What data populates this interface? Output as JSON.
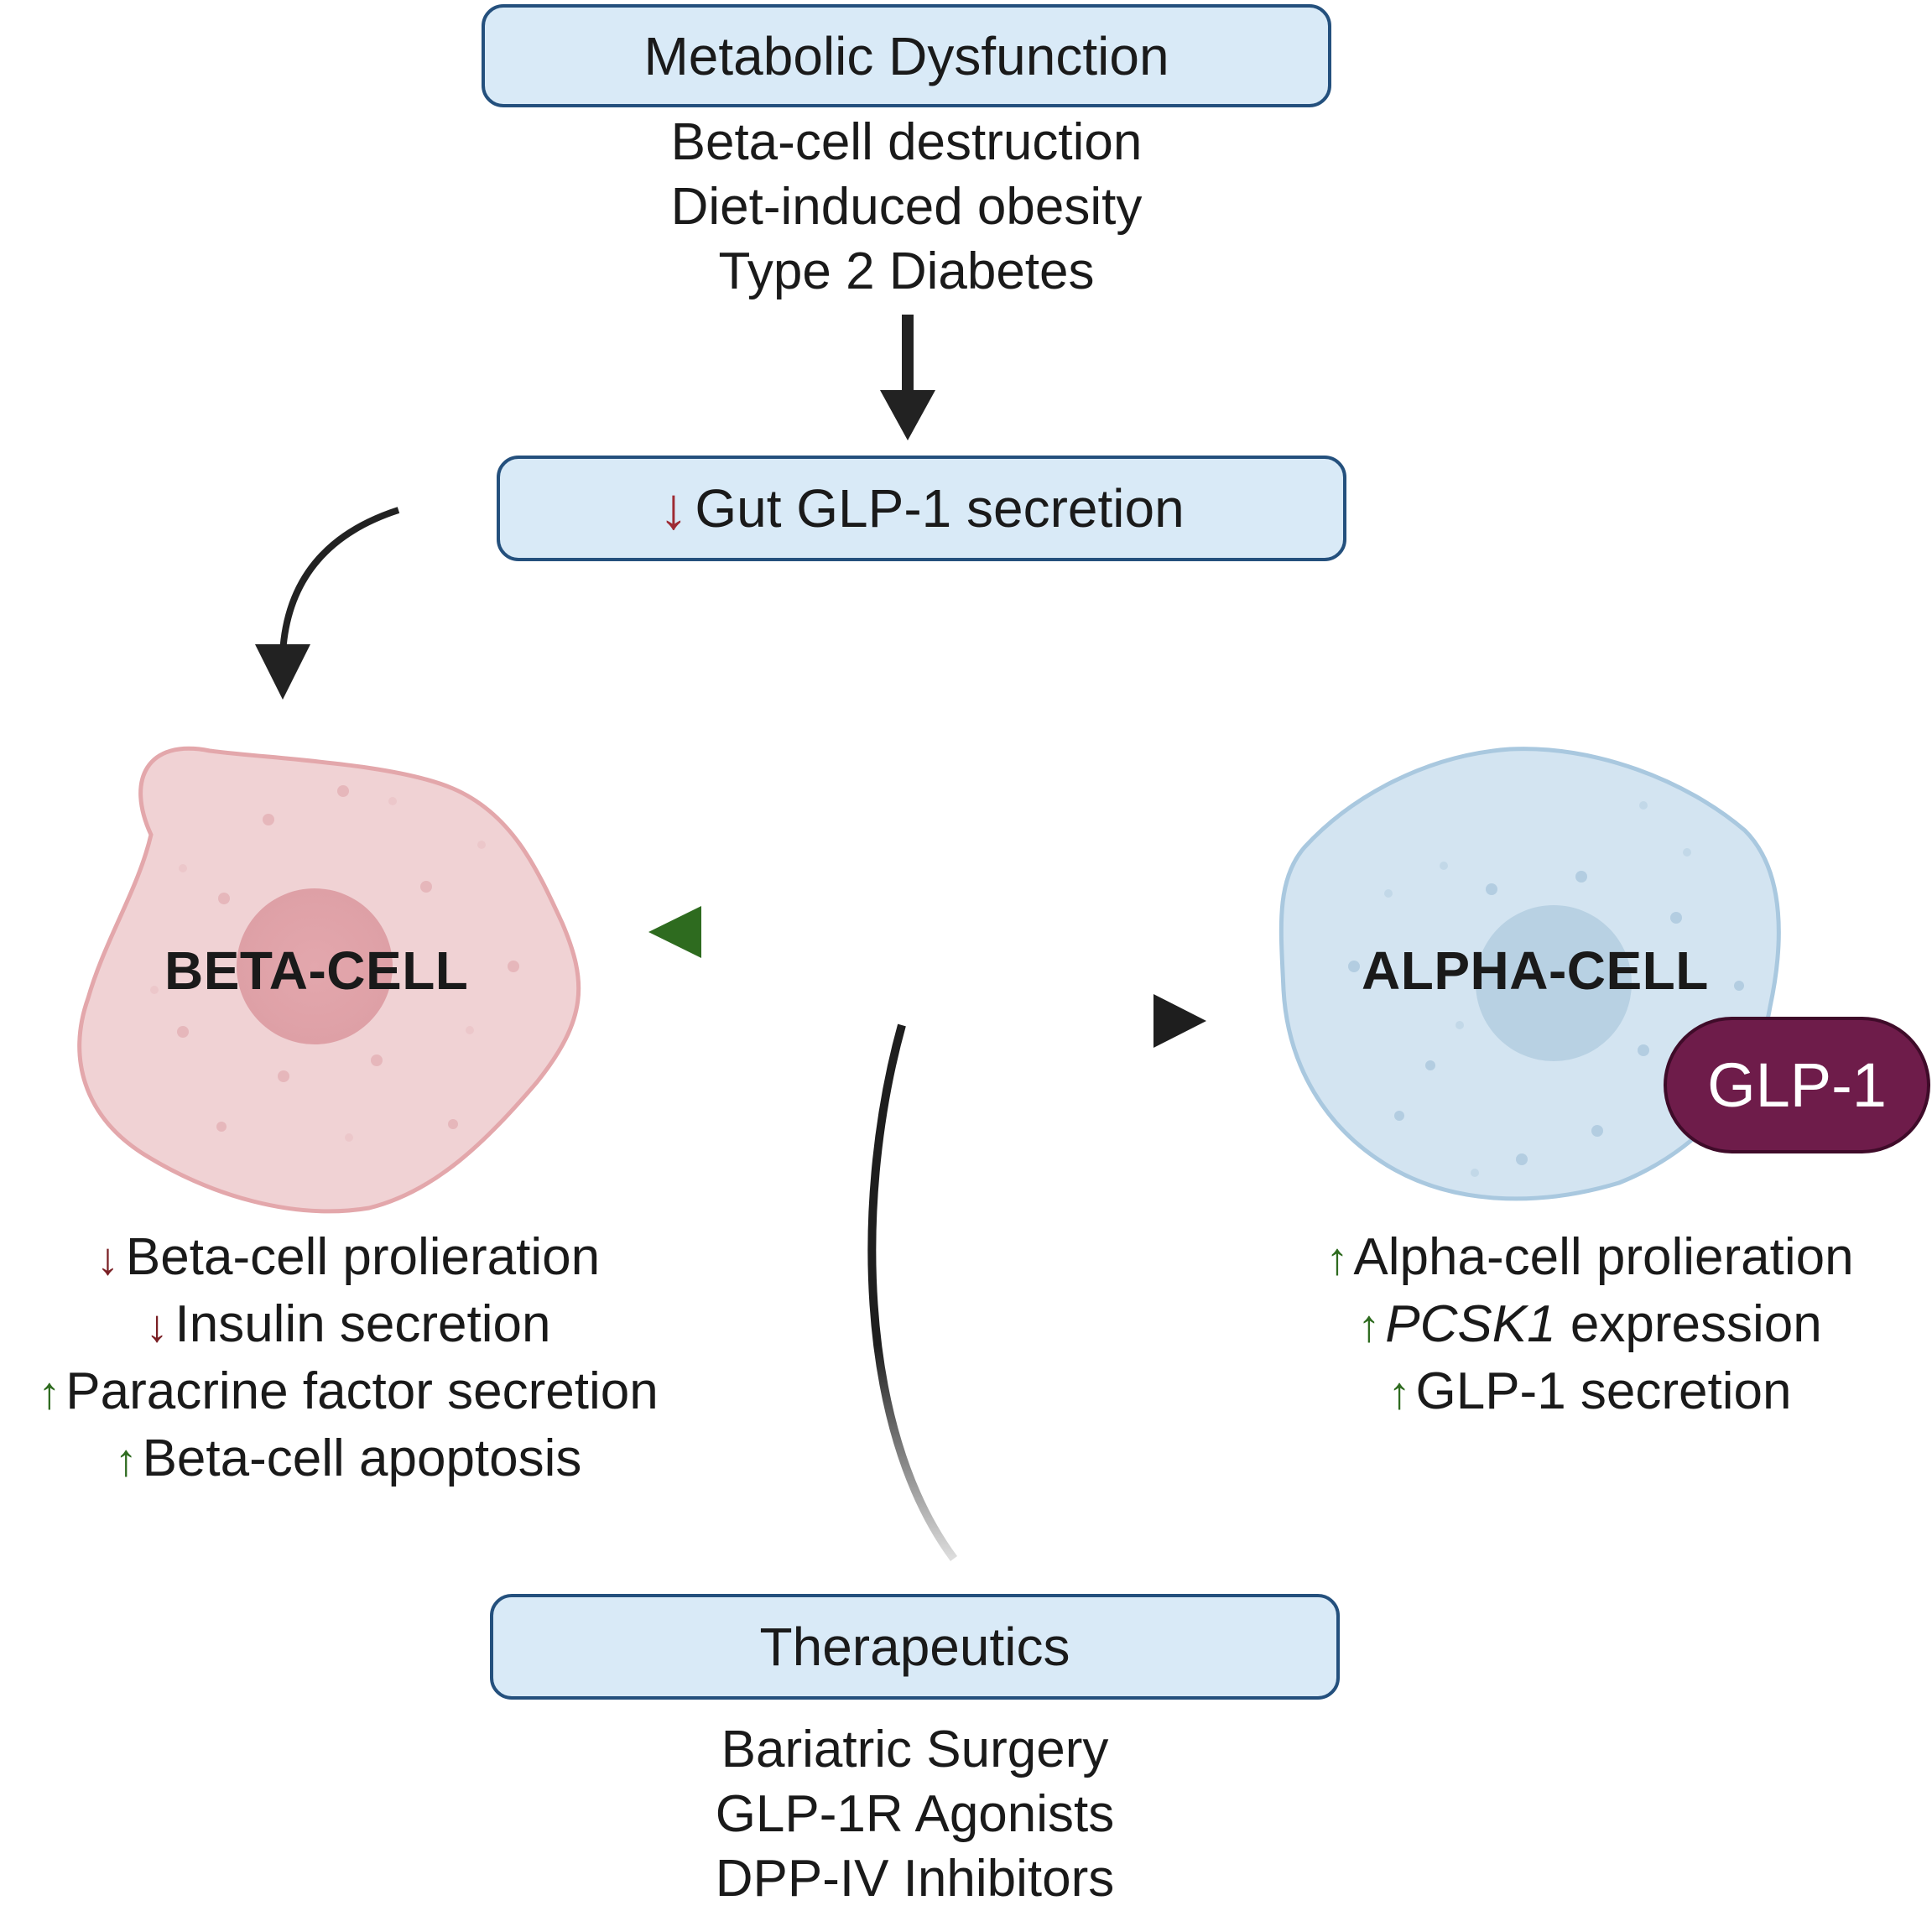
{
  "metabolic": {
    "title": "Metabolic Dysfunction",
    "items": [
      "Beta-cell destruction",
      "Diet-induced obesity",
      "Type 2 Diabetes"
    ]
  },
  "gut": {
    "label": "Gut GLP-1 secretion",
    "arrow": "↓"
  },
  "beta_cell": {
    "label": "BETA-CELL",
    "effects": [
      {
        "arrow": "↓",
        "text": "Beta-cell prolieration"
      },
      {
        "arrow": "↓",
        "text": "Insulin secretion"
      },
      {
        "arrow": "↑",
        "text": "Paracrine factor secretion"
      },
      {
        "arrow": "↑",
        "text": "Beta-cell apoptosis"
      }
    ]
  },
  "alpha_cell": {
    "label": "ALPHA-CELL",
    "badge": "GLP-1",
    "effects": [
      {
        "arrow": "↑",
        "text": "Alpha-cell prolieration"
      },
      {
        "arrow": "↑",
        "italic": "PCSK1",
        "text": " expression"
      },
      {
        "arrow": "↑",
        "text": "GLP-1 secretion"
      }
    ]
  },
  "therapeutics": {
    "title": "Therapeutics",
    "items": [
      "Bariatric Surgery",
      "GLP-1R Agonists",
      "DPP-IV Inhibitors"
    ]
  },
  "colors": {
    "box_fill": "#d9eaf7",
    "box_border": "#24507d",
    "beta_cell": "#f0d2d4",
    "alpha_cell": "#d3e4f1",
    "badge": "#6e1c4a",
    "up_arrow": "#2e6b1f",
    "down_arrow": "#7a1f24"
  }
}
